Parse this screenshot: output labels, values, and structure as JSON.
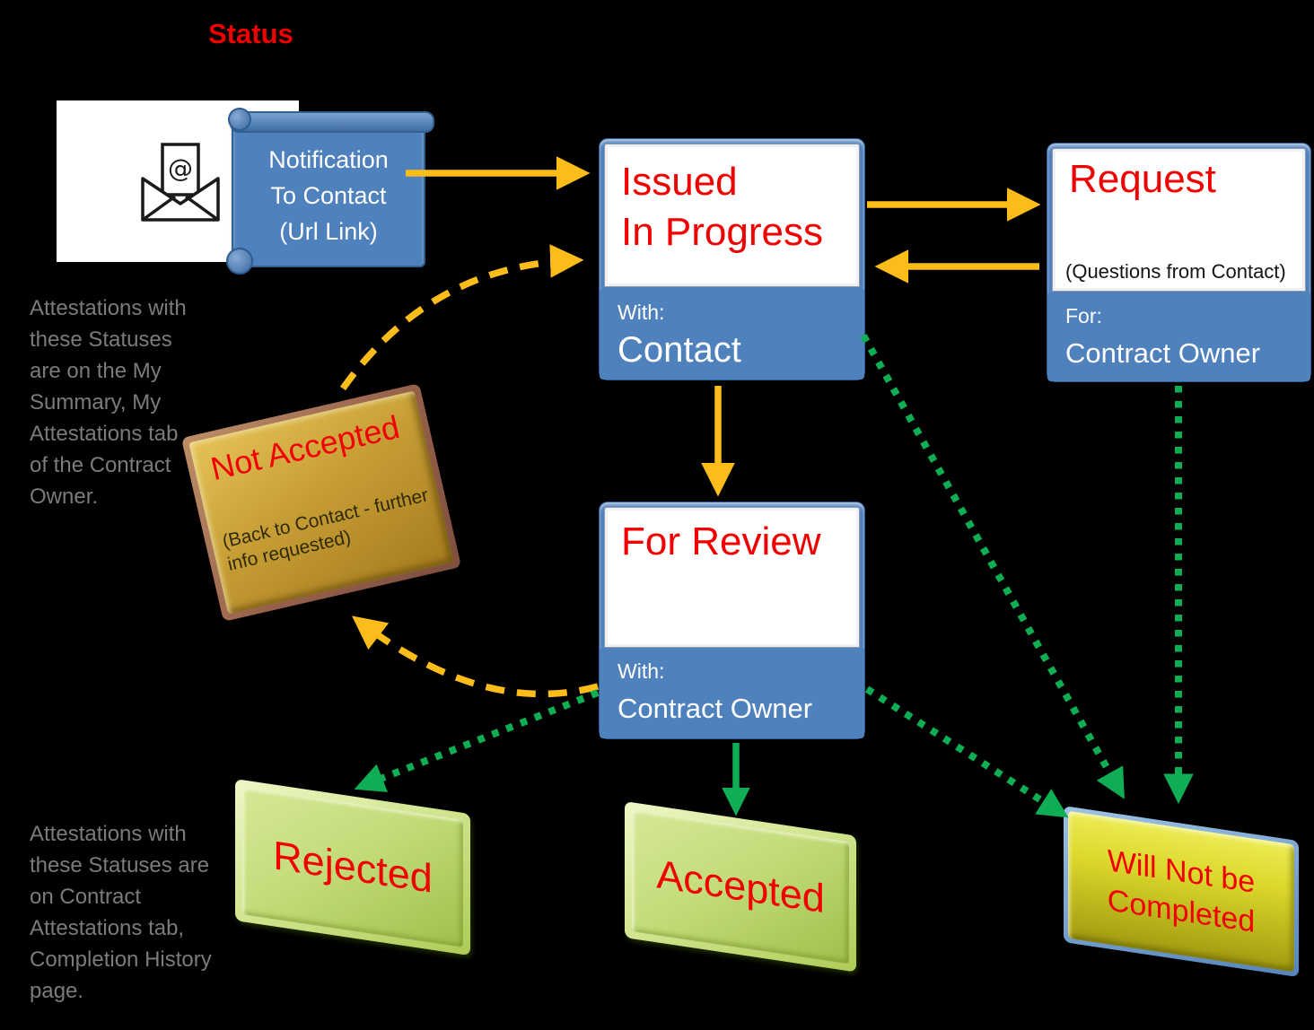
{
  "header": {
    "title": "Status"
  },
  "colors": {
    "accent_blue": "#4f81bd",
    "arrow_orange": "#fcbd1b",
    "arrow_green": "#0fae54",
    "title_red": "#f10000",
    "note_gray": "#7b7b7b",
    "gold_sticker": "#c79e35",
    "green_sticker": "#c3dc7a",
    "yellow_sticker": "#dcd82c"
  },
  "icons": {
    "email": "email-envelope-icon"
  },
  "notification": {
    "line1": "Notification",
    "line2": "To Contact",
    "line3": "(Url Link)"
  },
  "issued": {
    "line1": "Issued",
    "line2": "In Progress",
    "with_label": "With:",
    "party": "Contact"
  },
  "request": {
    "title": "Request",
    "note": "(Questions from Contact)",
    "for_label": "For:",
    "party": "Contract Owner"
  },
  "for_review": {
    "title": "For Review",
    "with_label": "With:",
    "party": "Contract Owner"
  },
  "not_accepted": {
    "title": "Not Accepted",
    "note": "(Back to Contact - further info requested)"
  },
  "rejected": {
    "title": "Rejected"
  },
  "accepted": {
    "title": "Accepted"
  },
  "will_not_be_completed": {
    "title": "Will Not be Completed"
  },
  "notes": {
    "top": "Attestations with these Statuses are on the My Summary, My Attestations tab of the Contract Owner.",
    "bottom": "Attestations with these Statuses are on Contract Attestations tab, Completion History page."
  }
}
